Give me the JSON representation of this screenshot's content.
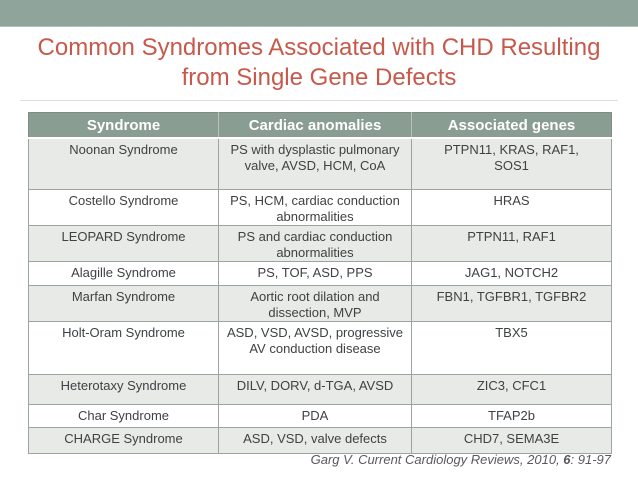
{
  "slide": {
    "title_lines": [
      "Common Syndromes Associated with CHD Resulting",
      "from Single Gene Defects"
    ]
  },
  "table": {
    "headers": [
      "Syndrome",
      "Cardiac anomalies",
      "Associated genes"
    ],
    "rows": [
      {
        "syndrome": "Noonan Syndrome",
        "anomalies": "PS with dysplastic pulmonary\nvalve, AVSD, HCM, CoA",
        "genes": "PTPN11, KRAS, RAF1,\nSOS1"
      },
      {
        "syndrome": "Costello Syndrome",
        "anomalies": "PS, HCM, cardiac conduction\nabnormalities",
        "genes": "HRAS"
      },
      {
        "syndrome": "LEOPARD Syndrome",
        "anomalies": "PS and cardiac conduction\nabnormalities",
        "genes": "PTPN11, RAF1"
      },
      {
        "syndrome": "Alagille Syndrome",
        "anomalies": "PS, TOF, ASD, PPS",
        "genes": "JAG1, NOTCH2"
      },
      {
        "syndrome": "Marfan Syndrome",
        "anomalies": "Aortic root dilation and\ndissection, MVP",
        "genes": "FBN1, TGFBR1, TGFBR2"
      },
      {
        "syndrome": "Holt-Oram Syndrome",
        "anomalies": "ASD, VSD, AVSD, progressive\nAV conduction disease",
        "genes": "TBX5"
      },
      {
        "syndrome": "Heterotaxy Syndrome",
        "anomalies": "DILV, DORV, d-TGA, AVSD",
        "genes": "ZIC3, CFC1"
      },
      {
        "syndrome": "Char Syndrome",
        "anomalies": "PDA",
        "genes": "TFAP2b"
      },
      {
        "syndrome": "CHARGE Syndrome",
        "anomalies": "ASD, VSD, valve defects",
        "genes": "CHD7, SEMA3E"
      }
    ]
  },
  "footer": {
    "citation_prefix": "Garg V. Current Cardiology Reviews, 2010, ",
    "citation_volume": "6",
    "citation_suffix": ": 91-97"
  },
  "colors": {
    "top_bar": "#8FA49A",
    "table_header_bg": "#8A9D92",
    "row_alt_bg": "#E7EAE7",
    "title_text": "#C7594B",
    "body_text": "#3F4143",
    "grid_border": "#9BA49E"
  }
}
